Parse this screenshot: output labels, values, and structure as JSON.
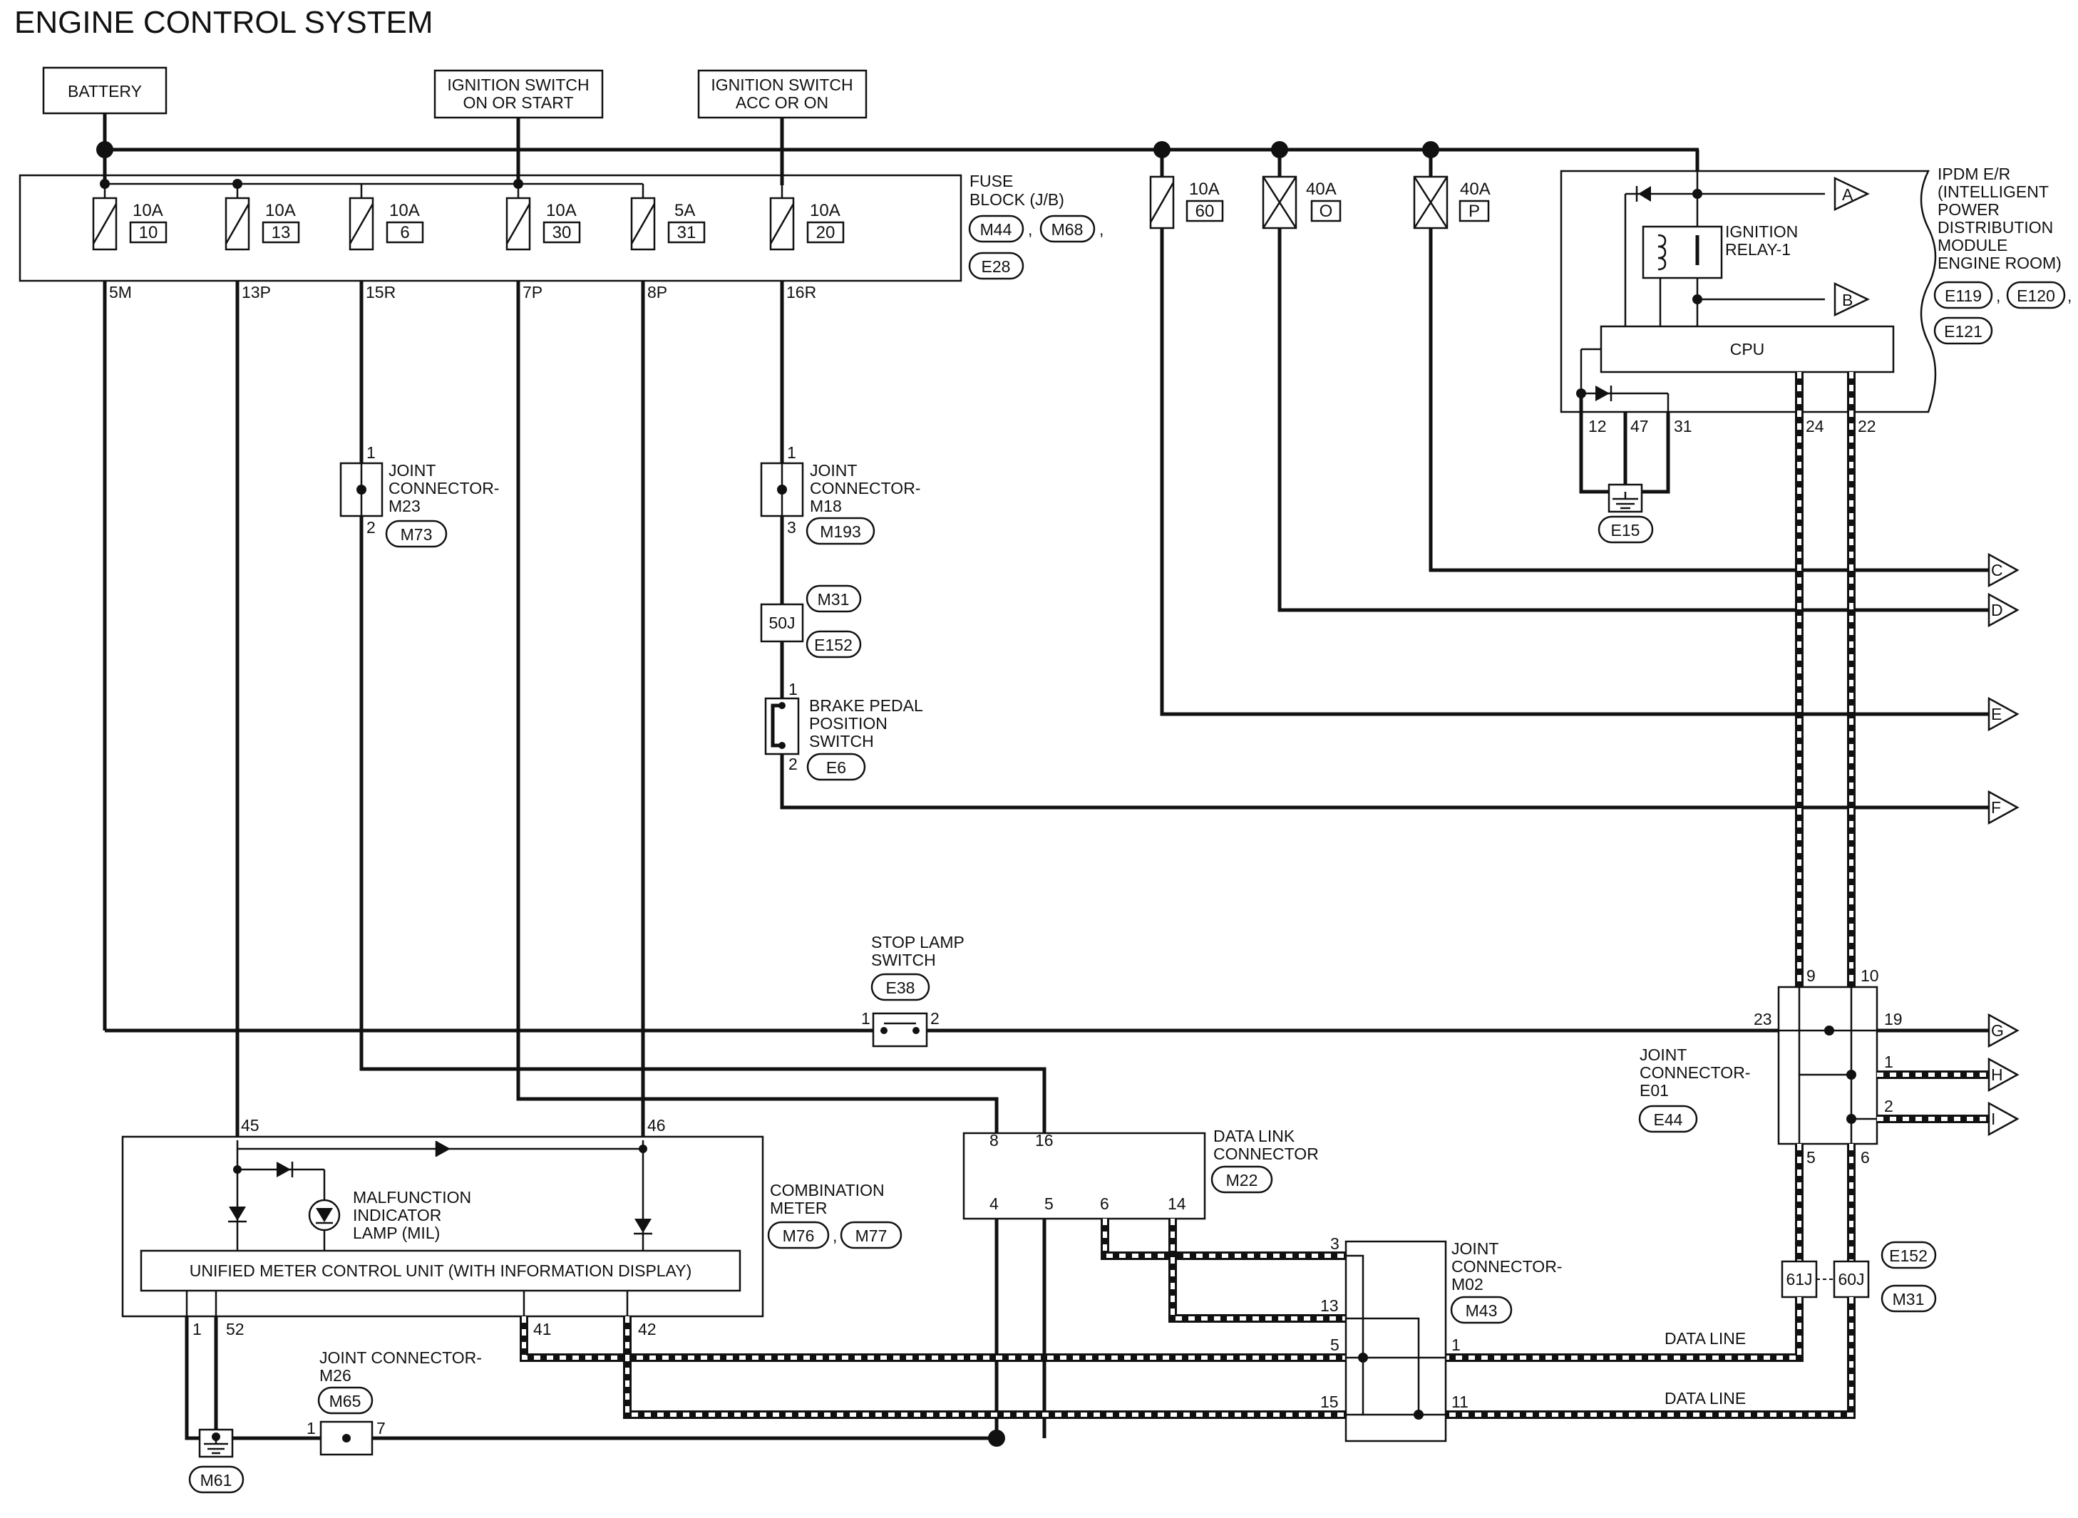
{
  "title": "ENGINE CONTROL SYSTEM",
  "sources": {
    "battery": "BATTERY",
    "ign_on_start": [
      "IGNITION SWITCH",
      "ON OR START"
    ],
    "ign_acc_on": [
      "IGNITION SWITCH",
      "ACC OR ON"
    ]
  },
  "fuse_block": {
    "label": [
      "FUSE",
      "BLOCK (J/B)"
    ],
    "connectors": [
      "M44",
      "M68",
      "E28"
    ],
    "fuses": [
      {
        "amp": "10A",
        "no": "10",
        "out": "5M"
      },
      {
        "amp": "10A",
        "no": "13",
        "out": "13P"
      },
      {
        "amp": "10A",
        "no": "6",
        "out": "15R"
      },
      {
        "amp": "10A",
        "no": "30",
        "out": "7P"
      },
      {
        "amp": "5A",
        "no": "31",
        "out": "8P"
      },
      {
        "amp": "10A",
        "no": "20",
        "out": "16R"
      }
    ]
  },
  "ext_fuses": [
    {
      "amp": "10A",
      "no": "60"
    },
    {
      "amp": "40A",
      "no": "O"
    },
    {
      "amp": "40A",
      "no": "P"
    }
  ],
  "ipdm": {
    "label": [
      "IPDM E/R",
      "(INTELLIGENT",
      "POWER",
      "DISTRIBUTION",
      "MODULE",
      "ENGINE ROOM)"
    ],
    "connectors": [
      "E119",
      "E120",
      "E121"
    ],
    "relay": [
      "IGNITION",
      "RELAY-1"
    ],
    "cpu": "CPU",
    "pins": [
      "12",
      "47",
      "31",
      "24",
      "22"
    ],
    "ground": "E15",
    "arrows": [
      "A",
      "B"
    ]
  },
  "jc_m23": {
    "label": [
      "JOINT",
      "CONNECTOR-",
      "M23"
    ],
    "connector": "M73",
    "pins": [
      "1",
      "2"
    ]
  },
  "jc_m18": {
    "label": [
      "JOINT",
      "CONNECTOR-",
      "M18"
    ],
    "connector": "M193",
    "pins": [
      "1",
      "3"
    ]
  },
  "inline_50j": {
    "name": "50J",
    "connectors": [
      "M31",
      "E152"
    ]
  },
  "brake_switch": {
    "label": [
      "BRAKE PEDAL",
      "POSITION",
      "SWITCH"
    ],
    "connector": "E6",
    "pins": [
      "1",
      "2"
    ]
  },
  "stop_lamp": {
    "label": [
      "STOP LAMP",
      "SWITCH"
    ],
    "connector": "E38",
    "pins": [
      "1",
      "2"
    ]
  },
  "jc_e01": {
    "label": [
      "JOINT",
      "CONNECTOR-",
      "E01"
    ],
    "connector": "E44",
    "pins": [
      "9",
      "10",
      "23",
      "19",
      "1",
      "2",
      "5",
      "6"
    ]
  },
  "out_arrows": [
    "C",
    "D",
    "E",
    "F",
    "G",
    "H",
    "I"
  ],
  "comb_meter": {
    "label": [
      "COMBINATION",
      "METER"
    ],
    "connectors": [
      "M76",
      "M77"
    ],
    "mil": [
      "MALFUNCTION",
      "INDICATOR",
      "LAMP (MIL)"
    ],
    "unit": "UNIFIED METER CONTROL UNIT (WITH INFORMATION DISPLAY)",
    "pins": [
      "45",
      "46",
      "1",
      "52",
      "41",
      "42"
    ]
  },
  "dlc": {
    "label": [
      "DATA LINK",
      "CONNECTOR"
    ],
    "connector": "M22",
    "pins": [
      "8",
      "16",
      "4",
      "5",
      "6",
      "14"
    ]
  },
  "jc_m02": {
    "label": [
      "JOINT",
      "CONNECTOR-",
      "M02"
    ],
    "connector": "M43",
    "pins": [
      "3",
      "13",
      "5",
      "15",
      "1",
      "11"
    ]
  },
  "jc_m26": {
    "label": [
      "JOINT CONNECTOR-",
      "M26"
    ],
    "connector": "M65",
    "pins": [
      "1",
      "7"
    ]
  },
  "ground_m61": "M61",
  "inline_61j_60j": {
    "names": [
      "61J",
      "60J"
    ],
    "connectors": [
      "E152",
      "M31"
    ]
  },
  "data_line": "DATA LINE"
}
